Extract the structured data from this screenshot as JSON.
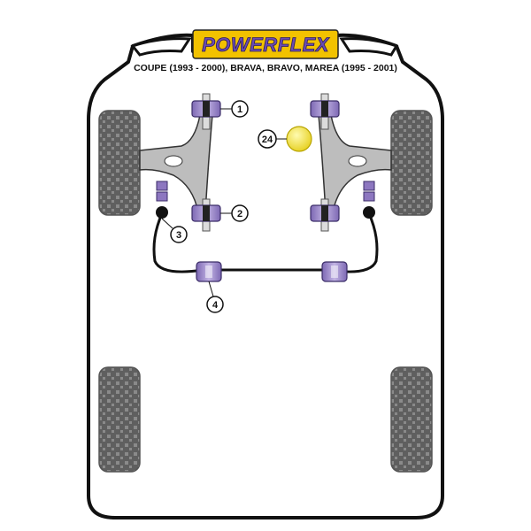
{
  "logo": {
    "text": "POWERFLEX",
    "bg_color": "#f2c200",
    "text_color": "#6b4bb3"
  },
  "subtitle": "COUPE (1993 - 2000), BRAVA, BRAVO, MAREA (1995 - 2001)",
  "parts": [
    {
      "id": "p1",
      "label": "1"
    },
    {
      "id": "p2",
      "label": "2"
    },
    {
      "id": "p3",
      "label": "3"
    },
    {
      "id": "p4",
      "label": "4"
    },
    {
      "id": "p24",
      "label": "24"
    }
  ],
  "colors": {
    "bush_purple": "#9b86c8",
    "bush_dark": "#4a3a78",
    "arm_gray": "#b9b9b9",
    "tyre_gray": "#6e6e6e",
    "body_outline": "#111111",
    "bump_stop_yellow": "#f0e23a"
  }
}
